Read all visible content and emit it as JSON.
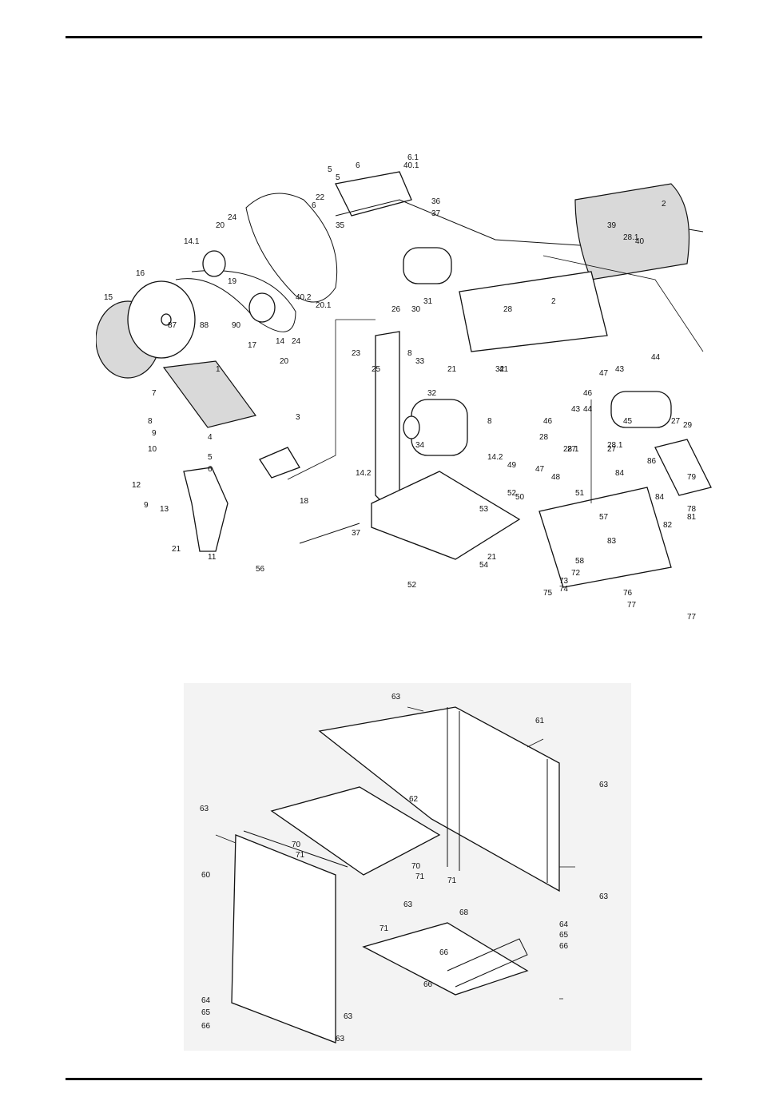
{
  "top_diagram": {
    "callouts": [
      "1",
      "2",
      "2",
      "3",
      "4",
      "5",
      "5",
      "5",
      "6",
      "6",
      "6",
      "6.1",
      "7",
      "8",
      "8",
      "8",
      "9",
      "9",
      "10",
      "11",
      "12",
      "13",
      "14",
      "14.1",
      "14.2",
      "14.2",
      "15",
      "16",
      "17",
      "18",
      "19",
      "20",
      "20",
      "20.1",
      "21",
      "21",
      "21",
      "22",
      "23",
      "24",
      "24",
      "25",
      "26",
      "27",
      "27",
      "27",
      "28",
      "28",
      "28.1",
      "28.1",
      "28.1",
      "29",
      "30",
      "31",
      "32",
      "32",
      "33",
      "34",
      "35",
      "36",
      "37",
      "37",
      "39",
      "40",
      "40.1",
      "40.2",
      "41",
      "43",
      "43",
      "44",
      "44",
      "45",
      "46",
      "46",
      "47",
      "47",
      "48",
      "49",
      "50",
      "51",
      "52",
      "52",
      "53",
      "54",
      "56",
      "57",
      "58",
      "72",
      "73",
      "74",
      "75",
      "76",
      "77",
      "77",
      "78",
      "79",
      "81",
      "82",
      "83",
      "84",
      "84",
      "86",
      "87",
      "88",
      "90"
    ]
  },
  "bottom_diagram": {
    "callouts": [
      "60",
      "61",
      "62",
      "63",
      "63",
      "63",
      "63",
      "63",
      "63",
      "63",
      "64",
      "64",
      "65",
      "65",
      "66",
      "66",
      "66",
      "66",
      "68",
      "70",
      "70",
      "71",
      "71",
      "71",
      "71"
    ]
  },
  "colors": {
    "ink": "#111111",
    "background": "#ffffff",
    "stand_shading": "#f3f3f3"
  }
}
